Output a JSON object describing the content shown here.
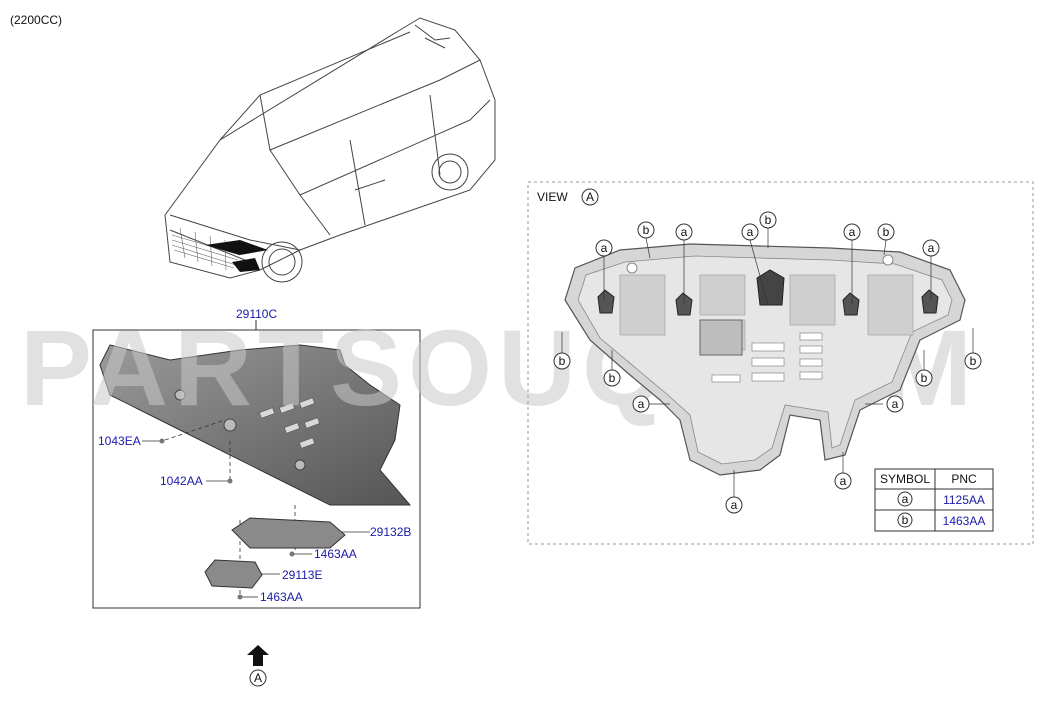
{
  "header": {
    "engine": "(2200CC)"
  },
  "watermark": "PARTSOUQ.COM",
  "main_assembly": {
    "part": "29110C"
  },
  "parts": {
    "p1043": "1043EA",
    "p1042": "1042AA",
    "p29132": "29132B",
    "p1463a": "1463AA",
    "p29113": "29113E",
    "p1463b": "1463AA"
  },
  "view_arrow": {
    "label": "A"
  },
  "view": {
    "title": "VIEW",
    "letter": "A"
  },
  "callouts": {
    "a": "a",
    "b": "b"
  },
  "legend": {
    "headers": [
      "SYMBOL",
      "PNC"
    ],
    "rows": [
      {
        "symbol": "a",
        "pnc": "1125AA"
      },
      {
        "symbol": "b",
        "pnc": "1463AA"
      }
    ]
  },
  "colors": {
    "pnc_blue": "#1a1aa8",
    "line": "#333333",
    "plate_grey": "#8a8a8a"
  }
}
